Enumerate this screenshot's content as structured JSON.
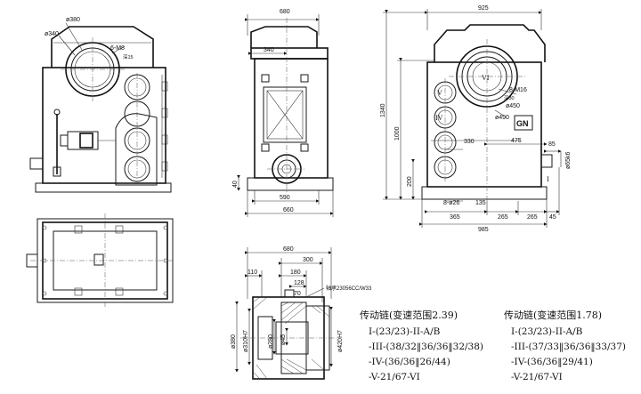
{
  "front_view": {
    "dims": {
      "d380": "ø380",
      "d340": "ø340",
      "holes": "6-M8",
      "holes_note": "深15"
    }
  },
  "side_view": {
    "dims": {
      "w680": "680",
      "w340": "340",
      "w590": "590",
      "w660": "660",
      "h40": "40"
    }
  },
  "right_view": {
    "dims": {
      "w925": "925",
      "h1340": "1340",
      "h1000": "1000",
      "h200": "200",
      "holes": "8-M16",
      "holes_note": "深30",
      "d450": "ø450",
      "d490": "ø490",
      "h330": "330",
      "h475": "475",
      "h85": "85",
      "d65": "ø65k6",
      "holes4": "8-ø26",
      "w135": "135",
      "w365": "365",
      "w265a": "265",
      "w265b": "265",
      "w45": "45",
      "w985": "985"
    },
    "romans": {
      "v": "V",
      "iv": "IV",
      "vi": "VI",
      "i": "I"
    },
    "logo": "GN"
  },
  "section_view": {
    "dims": {
      "w680": "680",
      "w300": "300",
      "w110": "110",
      "w180": "180",
      "w128": "128",
      "w70": "70",
      "d380": "ø380",
      "d310": "ø310H7",
      "d280": "ø280",
      "d45": "ø45",
      "d420": "ø420H7",
      "bearing": "轴承23056CC/W33"
    }
  },
  "chain_left": {
    "title": "传动链(变速范围2.39)",
    "lines": [
      "I-(23/23)-II-A/B",
      "-III-(38/32‖36/36‖32/38)",
      "-IV-(36/36‖26/44)",
      "-V-21/67-VI"
    ]
  },
  "chain_right": {
    "title": "传动链(变速范围1.78)",
    "lines": [
      "I-(23/23)-II-A/B",
      "-III-(37/33‖36/36‖33/37)",
      "-IV-(36/36‖29/41)",
      "-V-21/67-VI"
    ]
  }
}
